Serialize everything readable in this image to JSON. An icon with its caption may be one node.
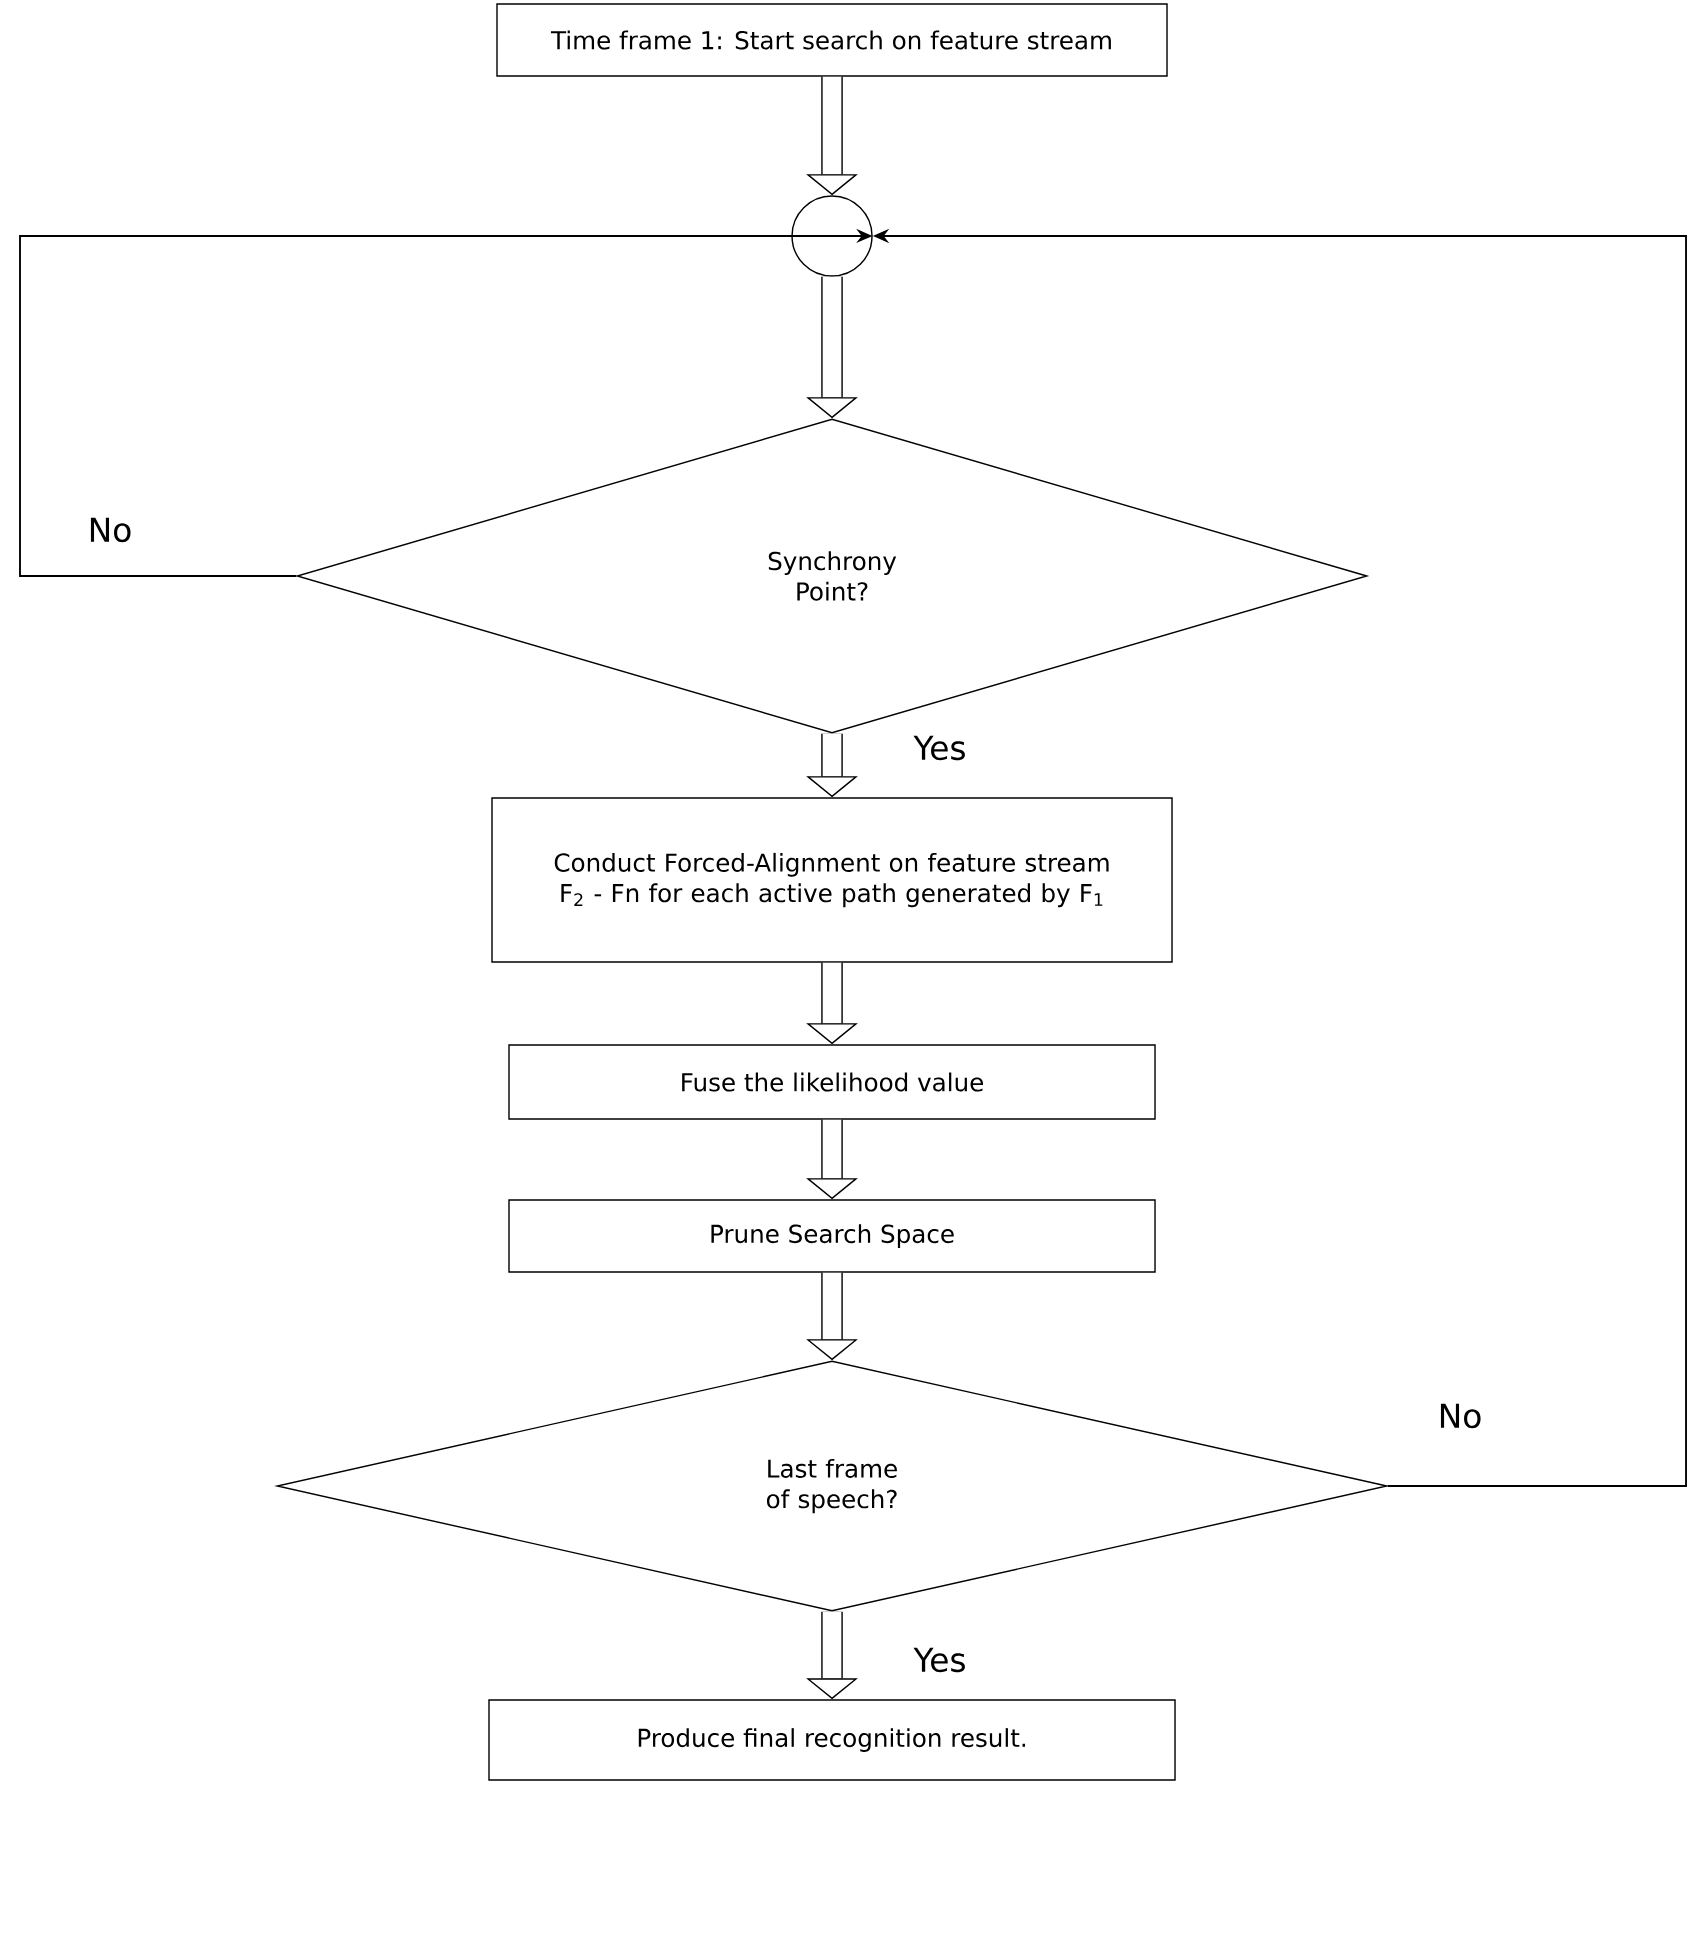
{
  "diagram": {
    "nodes": [
      {
        "text": [
          "Time frame 1: Start search on feature stream"
        ]
      },
      {
        "text": [],
        "shape": "circle"
      },
      {
        "text": [
          "Synchrony Point?"
        ]
      },
      {
        "text": [
          "Conduct Forced-Alignment on feature stream F$_{2}$ - Fn for each active path generated by F$_{1}$"
        ]
      },
      {
        "text": [
          "Fuse the likelihood value"
        ]
      },
      {
        "text": [
          "Prune Search Space"
        ]
      },
      {
        "text": [
          "Last frame of speech?"
        ]
      },
      {
        "text": [
          "Produce final recognition result."
        ]
      }
    ],
    "edges": [
      {
        "from": 0,
        "to": 1,
        "arrow": "to"
      },
      {
        "from": 1,
        "to": 2,
        "arrow": "to"
      },
      {
        "from": 2,
        "to": 3,
        "arrow": "to",
        "label": "Yes"
      },
      {
        "from": 3,
        "to": 4,
        "arrow": "to"
      },
      {
        "from": 4,
        "to": 5,
        "arrow": "to"
      },
      {
        "from": 5,
        "to": 6,
        "arrow": "to"
      },
      {
        "from": 6,
        "to": 7,
        "arrow": "to",
        "label": "Yes"
      },
      {
        "from": 2,
        "to": 1,
        "arrow": "to",
        "label": "No"
      },
      {
        "from": 6,
        "to": 1,
        "arrow": "to",
        "label": "No"
      }
    ]
  }
}
